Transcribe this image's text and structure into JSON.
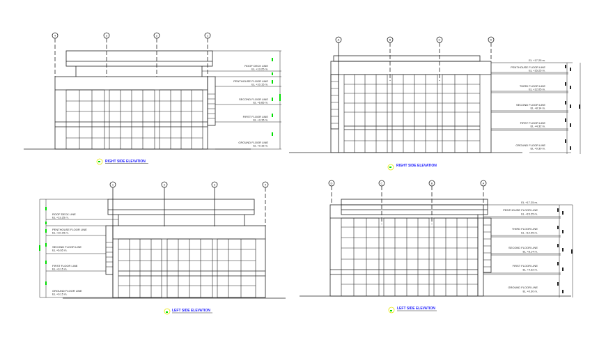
{
  "drawing": {
    "background": "#ffffff",
    "line_color": "#222222",
    "title_color": "#1a1aff",
    "marker_color": "#00dd00",
    "symbol_color": "#ffff00"
  },
  "elevations": [
    {
      "id": "top-left",
      "title": "RIGHT SIDE ELEVATION",
      "grid_bubbles": [
        "4",
        "3",
        "2",
        "1"
      ],
      "levels": [
        {
          "name": "ROOF DECK LINE",
          "el": "EL +13.25 m."
        },
        {
          "name": "PENTHOUSE FLOOR LINE",
          "el": "EL +10.15 m."
        },
        {
          "name": "SECOND FLOOR LINE",
          "el": "EL +6.65 m."
        },
        {
          "name": "FIRST FLOOR LINE",
          "el": "EL +3.15 m."
        },
        {
          "name": "GROUND FLOOR LINE",
          "el": "EL +0.15 m."
        }
      ]
    },
    {
      "id": "top-right",
      "title": "RIGHT SIDE ELEVATION",
      "grid_bubbles": [
        "A",
        "B",
        "C",
        "D"
      ],
      "top_el": "EL +17.25 m.",
      "levels": [
        {
          "name": "PENTHOUSE FLOOR LINE",
          "el": "EL +15.25 m."
        },
        {
          "name": "THIRD FLOOR LINE",
          "el": "EL +12.05 m."
        },
        {
          "name": "SECOND FLOOR LINE",
          "el": "EL +8.14 m."
        },
        {
          "name": "FIRST FLOOR LINE",
          "el": "EL +4.32 m."
        },
        {
          "name": "GROUND FLOOR LINE",
          "el": "EL +0.30 m."
        }
      ]
    },
    {
      "id": "bottom-left",
      "title": "LEFT SIDE ELEVATION",
      "grid_bubbles": [
        "1",
        "2",
        "3",
        "4"
      ],
      "levels": [
        {
          "name": "ROOF DECK LINE",
          "el": "EL +13.25 m."
        },
        {
          "name": "PENTHOUSE FLOOR LINE",
          "el": "EL +10.15 m."
        },
        {
          "name": "SECOND FLOOR LINE",
          "el": "EL +6.65 m."
        },
        {
          "name": "FIRST FLOOR LINE",
          "el": "EL +3.15 m."
        },
        {
          "name": "GROUND FLOOR LINE",
          "el": "EL +0.15 m."
        }
      ]
    },
    {
      "id": "bottom-right",
      "title": "LEFT SIDE ELEVATION",
      "grid_bubbles": [
        "D",
        "C",
        "B",
        "A"
      ],
      "top_el": "EL +17.25 m.",
      "levels": [
        {
          "name": "PENTHOUSE FLOOR LINE",
          "el": "EL +15.25 m."
        },
        {
          "name": "THIRD FLOOR LINE",
          "el": "EL +12.05 m."
        },
        {
          "name": "SECOND FLOOR LINE",
          "el": "EL +8.14 m."
        },
        {
          "name": "FIRST FLOOR LINE",
          "el": "EL +4.32 m."
        },
        {
          "name": "GROUND FLOOR LINE",
          "el": "EL +0.30 m."
        }
      ]
    }
  ]
}
